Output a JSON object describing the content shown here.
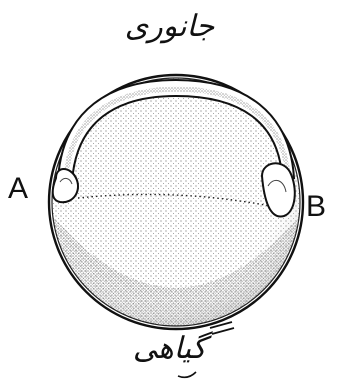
{
  "labels": {
    "animal_pole": "جانوری",
    "vegetal_pole": "گیاهی",
    "point_a": "A",
    "point_b": "B"
  },
  "colors": {
    "ink": "#111111",
    "stipple": "#333333",
    "background": "#ffffff"
  }
}
